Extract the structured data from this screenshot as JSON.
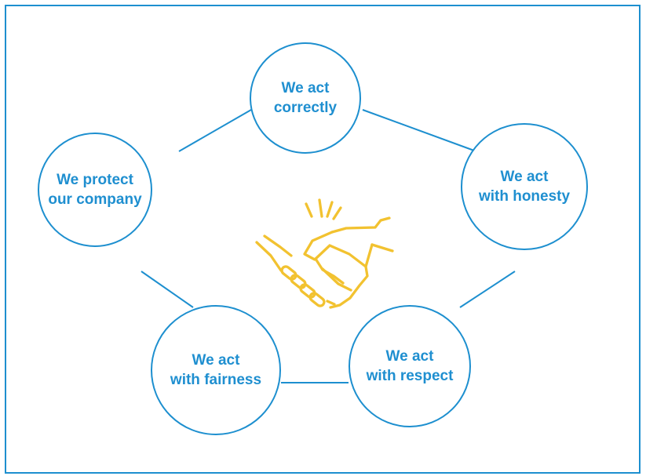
{
  "diagram": {
    "nodes": [
      {
        "id": "correctly",
        "label": "We act\ncorrectly"
      },
      {
        "id": "protect",
        "label": "We protect\nour company"
      },
      {
        "id": "honesty",
        "label": "We act\nwith honesty"
      },
      {
        "id": "respect",
        "label": "We act\nwith respect"
      },
      {
        "id": "fairness",
        "label": "We act\nwith fairness"
      }
    ],
    "center_icon": "handshake-icon",
    "colors": {
      "line": "#1d8fcf",
      "text": "#1f8fd0",
      "icon": "#f2c230"
    }
  }
}
